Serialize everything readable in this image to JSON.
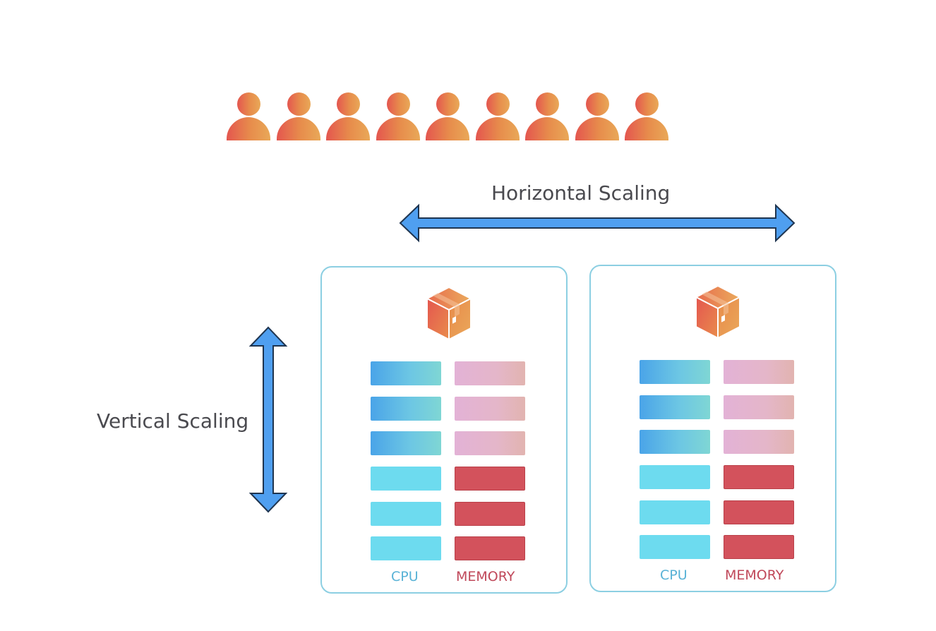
{
  "users": {
    "count": 9,
    "icon": "person-icon",
    "color_from": "#e4564f",
    "color_to": "#e9a858"
  },
  "labels": {
    "horizontal": "Horizontal Scaling",
    "vertical": "Vertical Scaling"
  },
  "arrow_color": "#4f9ff0",
  "containers": [
    {
      "icon": "package-icon",
      "cpu_label": "CPU",
      "memory_label": "MEMORY",
      "cpu_blocks": [
        "added",
        "added",
        "added",
        "base",
        "base",
        "base"
      ],
      "memory_blocks": [
        "added",
        "added",
        "added",
        "base",
        "base",
        "base"
      ]
    },
    {
      "icon": "package-icon",
      "cpu_label": "CPU",
      "memory_label": "MEMORY",
      "cpu_blocks": [
        "added",
        "added",
        "added",
        "base",
        "base",
        "base"
      ],
      "memory_blocks": [
        "added",
        "added",
        "added",
        "base",
        "base",
        "base"
      ]
    }
  ]
}
